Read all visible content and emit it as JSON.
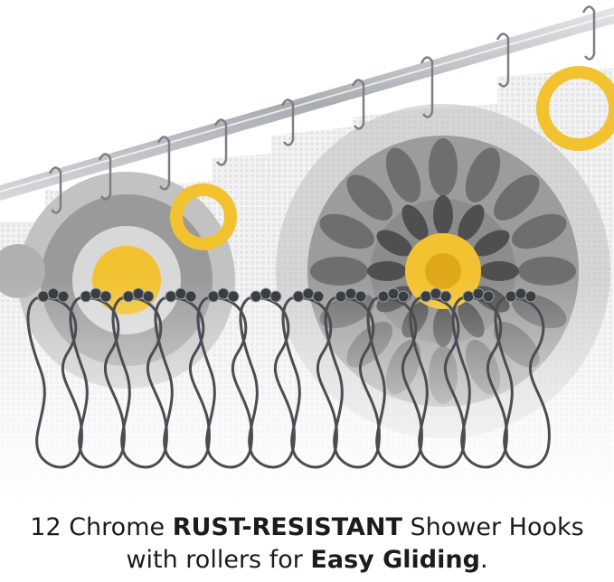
{
  "scene": {
    "subject": "photo",
    "colors": {
      "rod": "#b8bcc0",
      "curtain": "#f2f2f2",
      "gray_petal": "#8a8a8a",
      "dark_petal": "#5a5a5a",
      "yellow": "#f2c230",
      "hook": "#4a4d52"
    },
    "rollers_in_photo": 12
  },
  "caption": {
    "line1_a": "12 Chrome ",
    "line1_b": "RUST-RESISTANT",
    "line1_c": " Shower Hooks",
    "line2_a": "with rollers for ",
    "line2_b": "Easy Gliding",
    "line2_c": "."
  }
}
